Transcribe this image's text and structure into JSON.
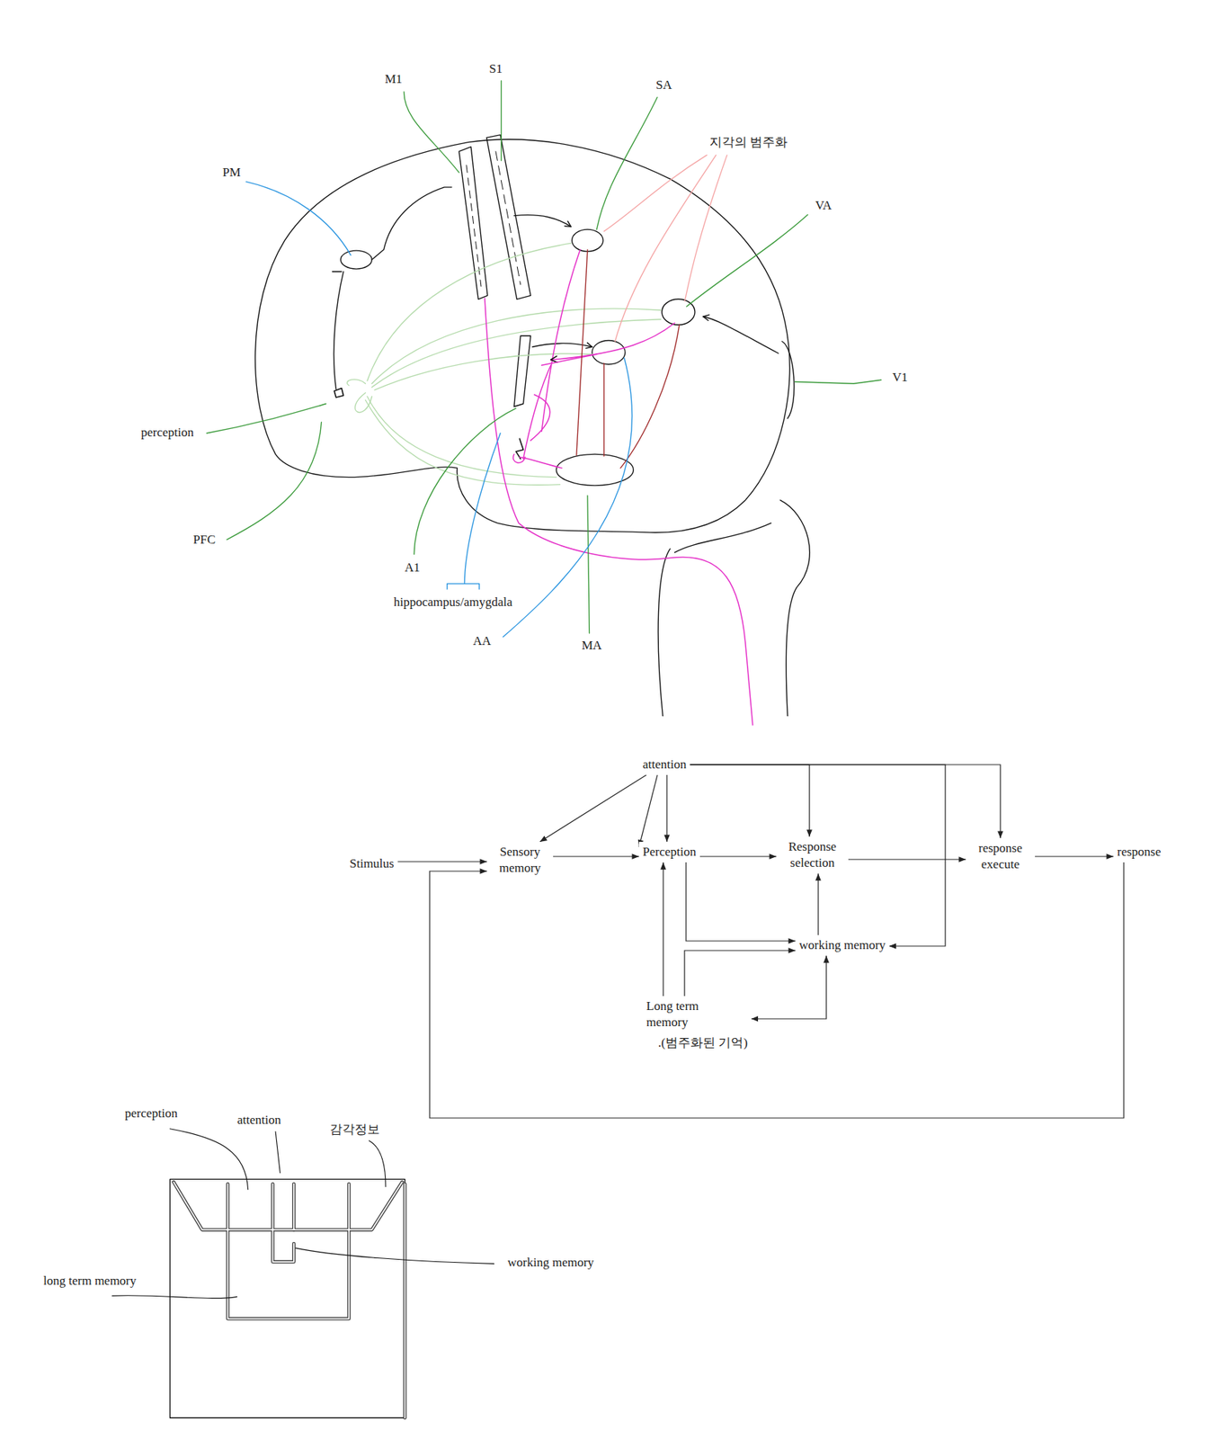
{
  "diagram": {
    "nodes": [
      {
        "text": [
          "attention"
        ]
      },
      {
        "text": [
          "Stimulus"
        ]
      },
      {
        "text": [
          "Sensory memory"
        ]
      },
      {
        "text": [
          "Perception"
        ]
      },
      {
        "text": [
          "Response selection"
        ]
      },
      {
        "text": [
          "response execute"
        ]
      },
      {
        "text": [
          "response"
        ]
      },
      {
        "text": [
          "working memory"
        ]
      },
      {
        "text": [
          "Long term memory",
          ".(범주화된 기억)"
        ]
      }
    ],
    "edges": [
      {
        "from": 0,
        "to": 2,
        "arrow": "to"
      },
      {
        "from": 0,
        "to": 3,
        "arrow": "to"
      },
      {
        "from": 0,
        "to": 3,
        "arrow": "to"
      },
      {
        "from": 0,
        "to": 4,
        "arrow": "to"
      },
      {
        "from": 0,
        "to": 7,
        "arrow": "to"
      },
      {
        "from": 0,
        "to": 5,
        "arrow": "to"
      },
      {
        "from": 1,
        "to": 2,
        "arrow": "to"
      },
      {
        "from": 2,
        "to": 3,
        "arrow": "to"
      },
      {
        "from": 3,
        "to": 4,
        "arrow": "to"
      },
      {
        "from": 4,
        "to": 5,
        "arrow": "to"
      },
      {
        "from": 5,
        "to": 6,
        "arrow": "to"
      },
      {
        "from": 3,
        "to": 7,
        "arrow": "to"
      },
      {
        "from": 8,
        "to": 7,
        "arrow": "to"
      },
      {
        "from": 8,
        "to": 3,
        "arrow": "to"
      },
      {
        "from": 7,
        "to": 4,
        "arrow": "to"
      },
      {
        "from": 7,
        "to": 8,
        "arrow": "both"
      },
      {
        "from": 6,
        "to": 2,
        "arrow": "to"
      }
    ],
    "labels": [
      "M1",
      "S1",
      "SA",
      "지각의 범주화",
      "PM",
      "VA",
      "V1",
      "perception",
      "PFC",
      "A1",
      "hippocampus/amygdala",
      "AA",
      "MA",
      "perception",
      "attention",
      "감각정보",
      "working memory",
      "long term memory"
    ]
  }
}
